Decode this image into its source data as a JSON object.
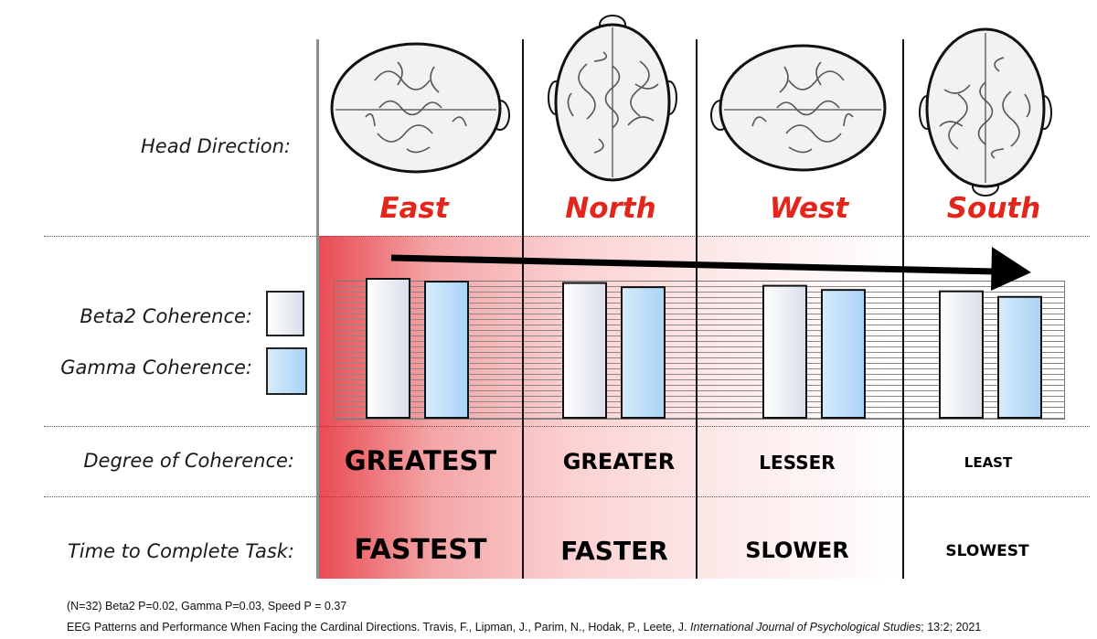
{
  "rows": {
    "head_direction": "Head Direction:",
    "beta2": "Beta2 Coherence:",
    "gamma": "Gamma  Coherence:",
    "degree": "Degree of Coherence:",
    "time": "Time to Complete Task:"
  },
  "directions": [
    "East",
    "North",
    "West",
    "South"
  ],
  "degree_labels": [
    "GREATEST",
    "GREATER",
    "LESSER",
    "LEAST"
  ],
  "time_labels": [
    "FASTEST",
    "FASTER",
    "SLOWER",
    "SLOWEST"
  ],
  "colors": {
    "direction_red": "#e4251b",
    "beta2_fill": "#e8edf6",
    "gamma_fill": "#b9dcf7",
    "gradient_red": "#e84a52"
  },
  "chart_data": {
    "type": "bar",
    "categories": [
      "East",
      "North",
      "West",
      "South"
    ],
    "series": [
      {
        "name": "Beta2 Coherence",
        "values": [
          1.0,
          0.97,
          0.95,
          0.91
        ]
      },
      {
        "name": "Gamma  Coherence",
        "values": [
          0.98,
          0.94,
          0.92,
          0.87
        ]
      }
    ],
    "grid": true
  },
  "footnotes": {
    "stats": "(N=32) Beta2 P=0.02, Gamma P=0.03, Speed P = 0.37",
    "citation_main": "EEG Patterns and Performance When Facing the Cardinal Directions. Travis, F., Lipman, J., Parim, N., Hodak, P., Leete, J. ",
    "citation_journal": "International Journal of Psychological Studies",
    "citation_tail": "; 13:2; 2021"
  }
}
